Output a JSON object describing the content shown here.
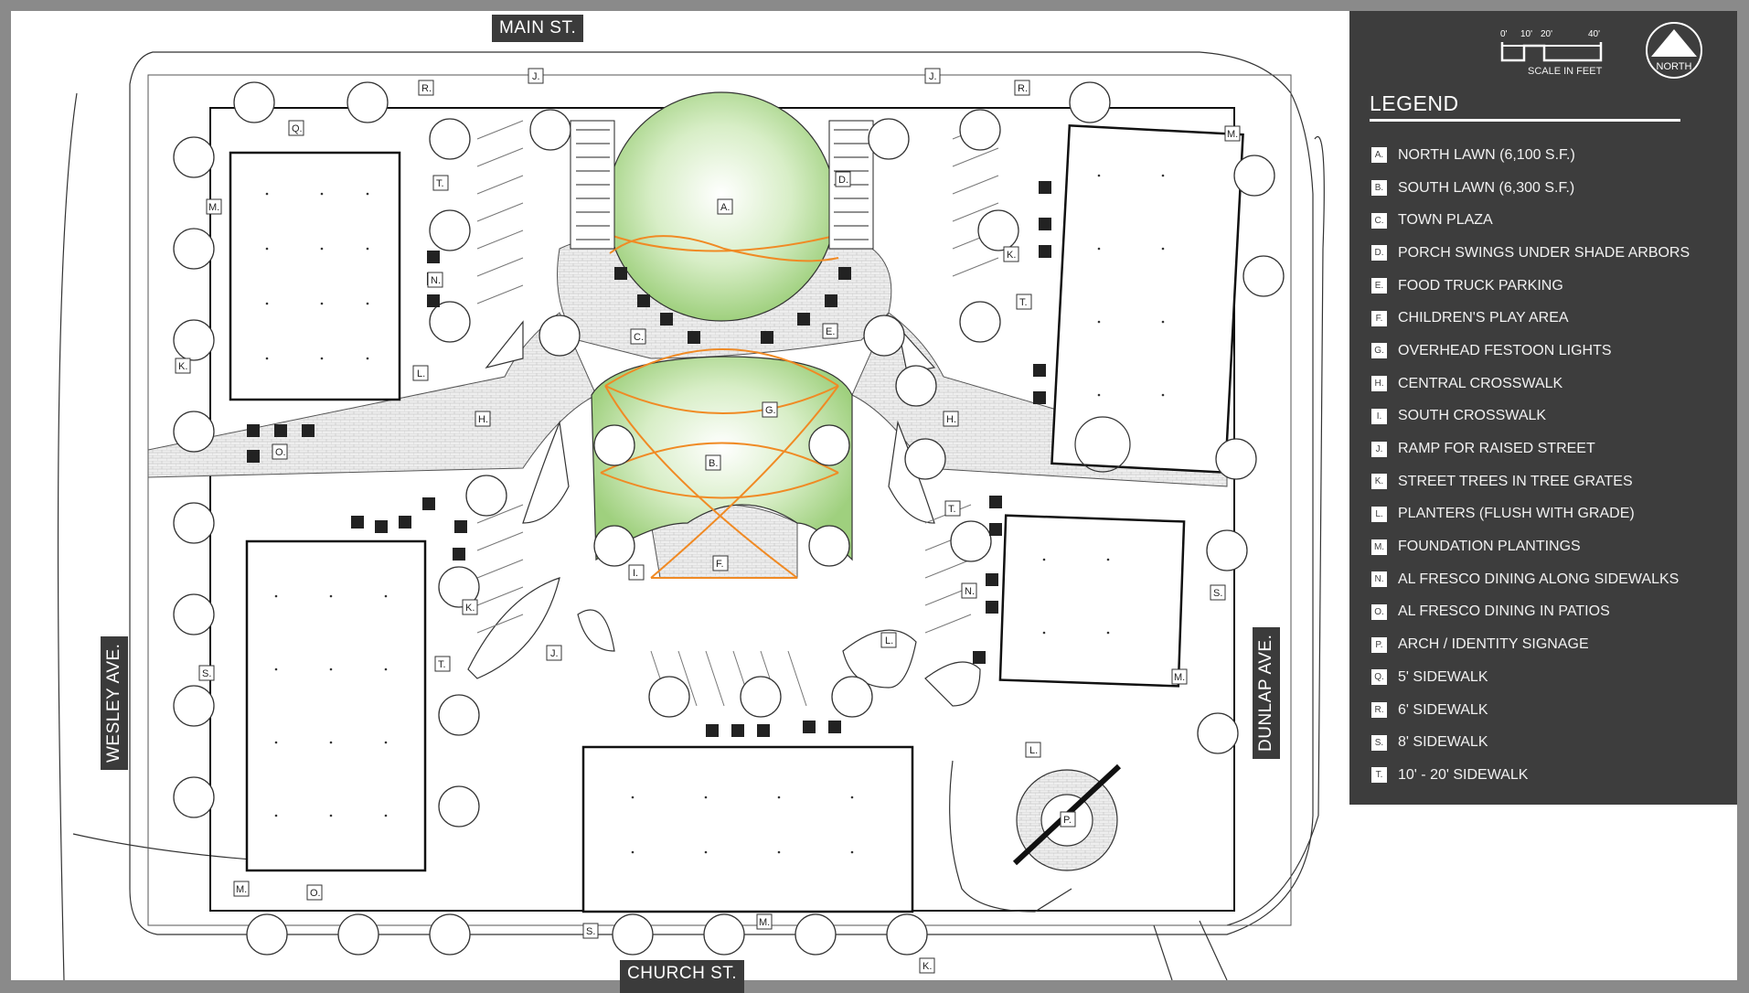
{
  "streets": {
    "main": "MAIN ST.",
    "church": "CHURCH ST.",
    "wesley": "WESLEY AVE.",
    "dunlap": "DUNLAP AVE."
  },
  "scale": {
    "ticks": [
      "0'",
      "10'",
      "20'",
      "40'"
    ],
    "caption": "SCALE IN FEET"
  },
  "north_label": "NORTH",
  "legend": {
    "title": "LEGEND",
    "items": [
      {
        "key": "A.",
        "label": "NORTH LAWN (6,100 S.F.)"
      },
      {
        "key": "B.",
        "label": "SOUTH LAWN (6,300 S.F.)"
      },
      {
        "key": "C.",
        "label": "TOWN PLAZA"
      },
      {
        "key": "D.",
        "label": "PORCH SWINGS UNDER SHADE ARBORS"
      },
      {
        "key": "E.",
        "label": "FOOD TRUCK PARKING"
      },
      {
        "key": "F.",
        "label": "CHILDREN'S PLAY AREA"
      },
      {
        "key": "G.",
        "label": "OVERHEAD FESTOON LIGHTS"
      },
      {
        "key": "H.",
        "label": "CENTRAL CROSSWALK"
      },
      {
        "key": "I.",
        "label": "SOUTH CROSSWALK"
      },
      {
        "key": "J.",
        "label": "RAMP FOR RAISED STREET"
      },
      {
        "key": "K.",
        "label": "STREET TREES IN TREE GRATES"
      },
      {
        "key": "L.",
        "label": "PLANTERS (FLUSH WITH GRADE)"
      },
      {
        "key": "M.",
        "label": "FOUNDATION PLANTINGS"
      },
      {
        "key": "N.",
        "label": "AL FRESCO DINING ALONG SIDEWALKS"
      },
      {
        "key": "O.",
        "label": "AL FRESCO DINING IN PATIOS"
      },
      {
        "key": "P.",
        "label": "ARCH / IDENTITY SIGNAGE"
      },
      {
        "key": "Q.",
        "label": "5' SIDEWALK"
      },
      {
        "key": "R.",
        "label": "6' SIDEWALK"
      },
      {
        "key": "S.",
        "label": "8' SIDEWALK"
      },
      {
        "key": "T.",
        "label": "10' - 20' SIDEWALK"
      }
    ]
  },
  "plan_tags": {
    "A": "A.",
    "B": "B.",
    "C": "C.",
    "D": "D.",
    "E": "E.",
    "F": "F.",
    "G": "G.",
    "H": "H.",
    "I": "I.",
    "J": "J.",
    "K": "K.",
    "L": "L.",
    "M": "M.",
    "N": "N.",
    "O": "O.",
    "P": "P.",
    "Q": "Q.",
    "R": "R.",
    "S": "S.",
    "T": "T."
  },
  "colors": {
    "lawn": "#b5dc9a",
    "festoon": "#f08a24",
    "panel": "#3d3d3d",
    "street_label": "#3b3b3b",
    "paving": "#e8e8e8",
    "line": "#222222"
  }
}
